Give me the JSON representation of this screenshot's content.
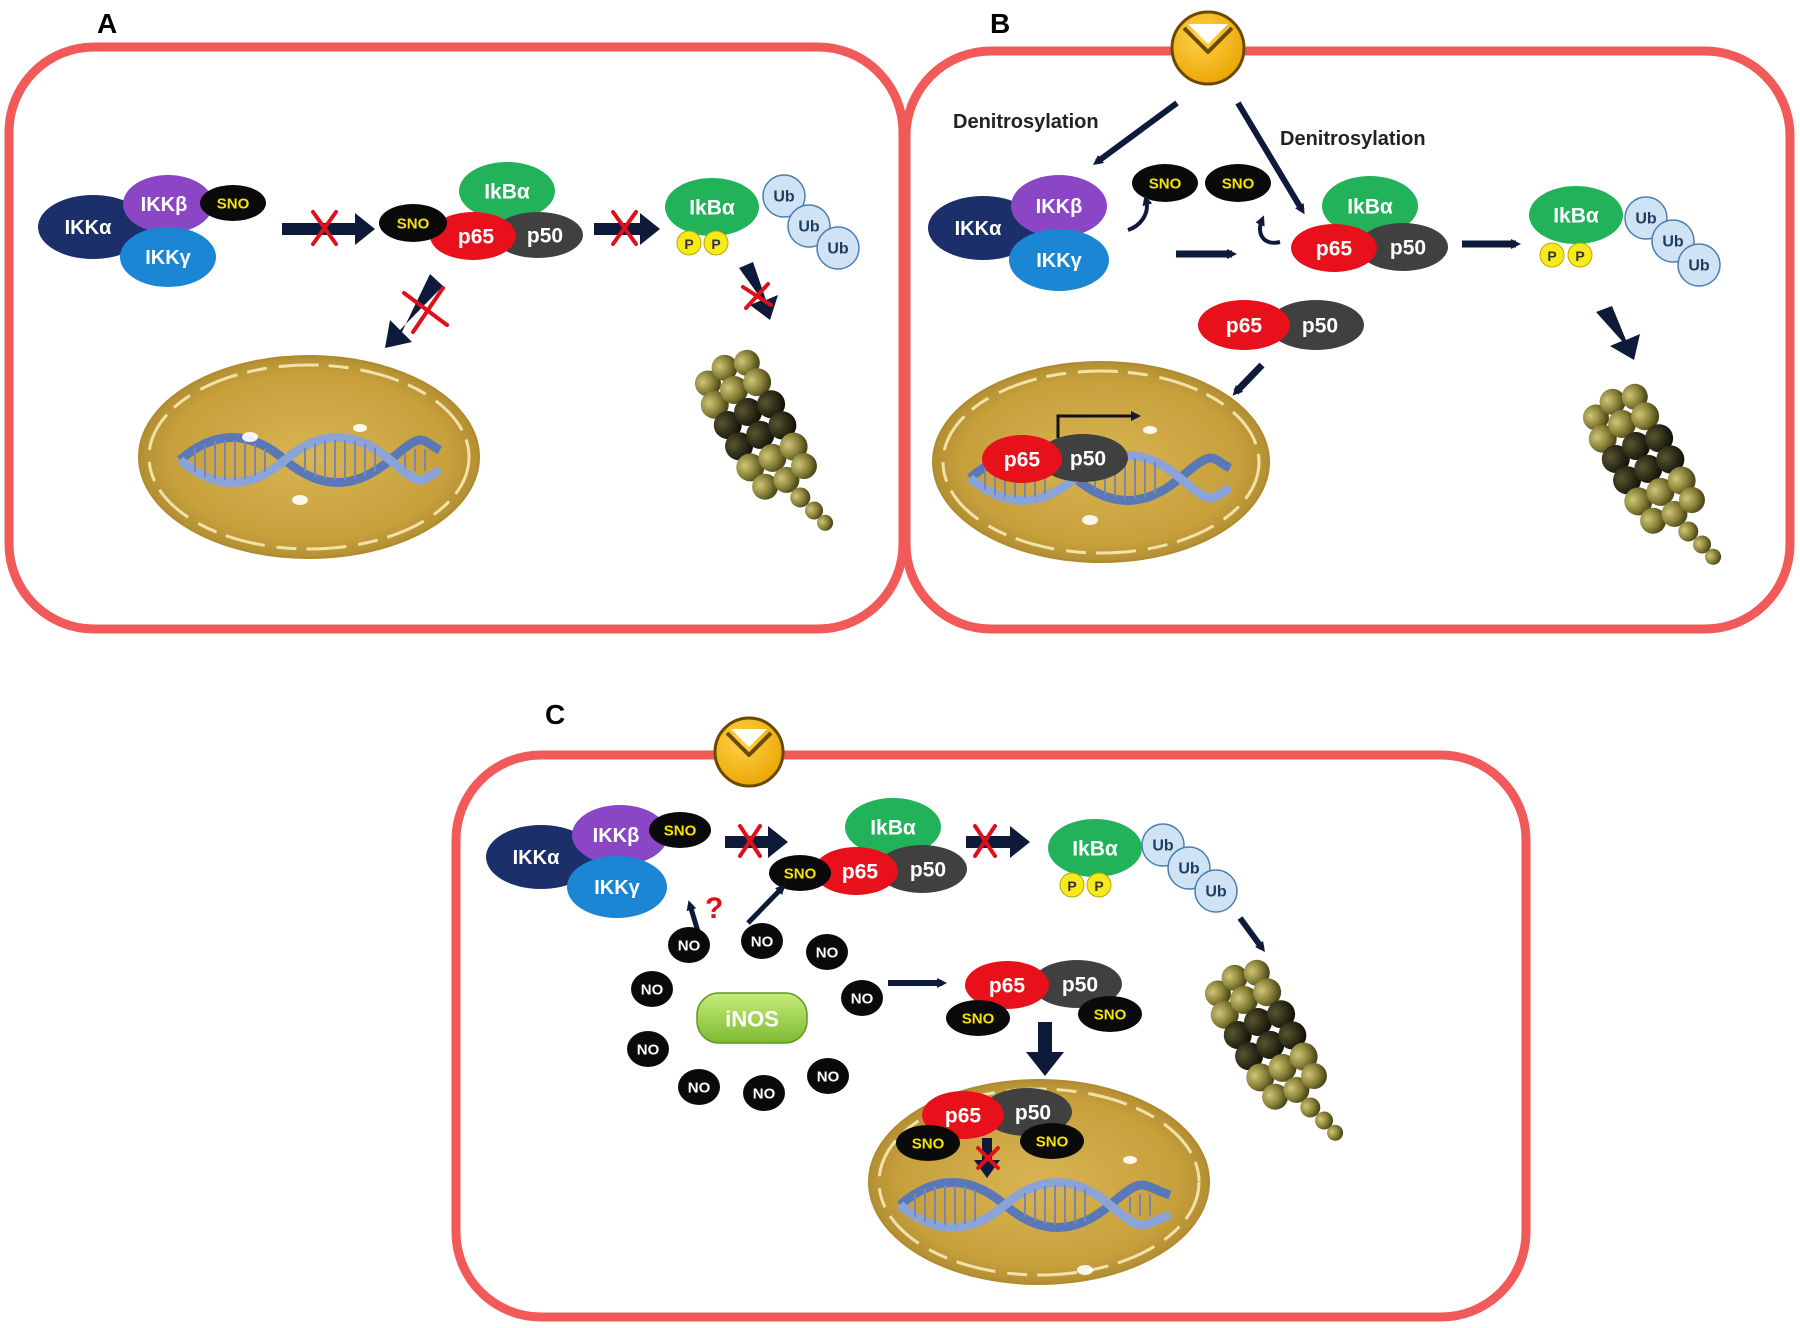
{
  "panels": {
    "a": {
      "letter": "A"
    },
    "b": {
      "letter": "B",
      "denitrosylation_left": "Denitrosylation",
      "denitrosylation_right": "Denitrosylation"
    },
    "c": {
      "letter": "C",
      "question_mark": "?"
    }
  },
  "labels": {
    "ikk_alpha": "IKKα",
    "ikk_beta": "IKKβ",
    "ikk_gamma": "IKKγ",
    "ikb_alpha": "IkBα",
    "p65": "p65",
    "p50": "p50",
    "sno": "SNO",
    "ub": "Ub",
    "p": "P",
    "no": "NO",
    "inos": "iNOS"
  },
  "colors": {
    "cell_border": "#f25a5a",
    "ikk_alpha": "#1b2f6b",
    "ikk_beta": "#8a46c4",
    "ikk_gamma": "#1a86d4",
    "ikb_alpha": "#22b35a",
    "p65": "#e8101a",
    "p50": "#404040",
    "sno": "#0a0a0a",
    "sno_text": "#f5e400",
    "ub": "#cfe3f5",
    "phospho": "#f8ea1a",
    "inos": "#9ad54a",
    "nucleus": "#c9a642",
    "receptor": "#f5b400"
  }
}
